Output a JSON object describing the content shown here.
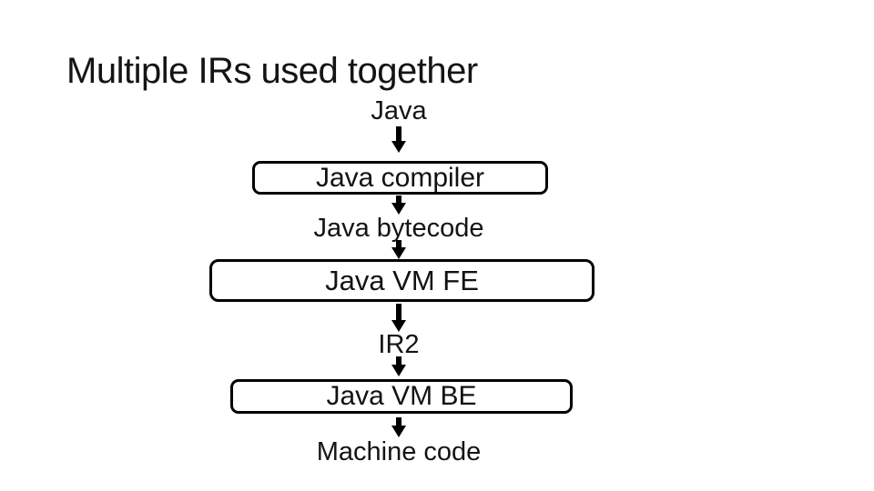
{
  "slide": {
    "title": "Multiple IRs used together",
    "background_color": "#ffffff",
    "text_color": "#141414",
    "stroke_color": "#000000"
  },
  "diagram": {
    "input_label": "Java",
    "compiler_box": "Java compiler",
    "bytecode_label": "Java bytecode",
    "vm_fe_box": "Java VM FE",
    "ir2_label": "IR2",
    "vm_be_box": "Java VM BE",
    "output_label": "Machine code",
    "arrow_icon": "down-arrow",
    "flow_order": [
      "Java",
      "Java compiler",
      "Java bytecode",
      "Java VM FE",
      "IR2",
      "Java VM BE",
      "Machine code"
    ]
  }
}
